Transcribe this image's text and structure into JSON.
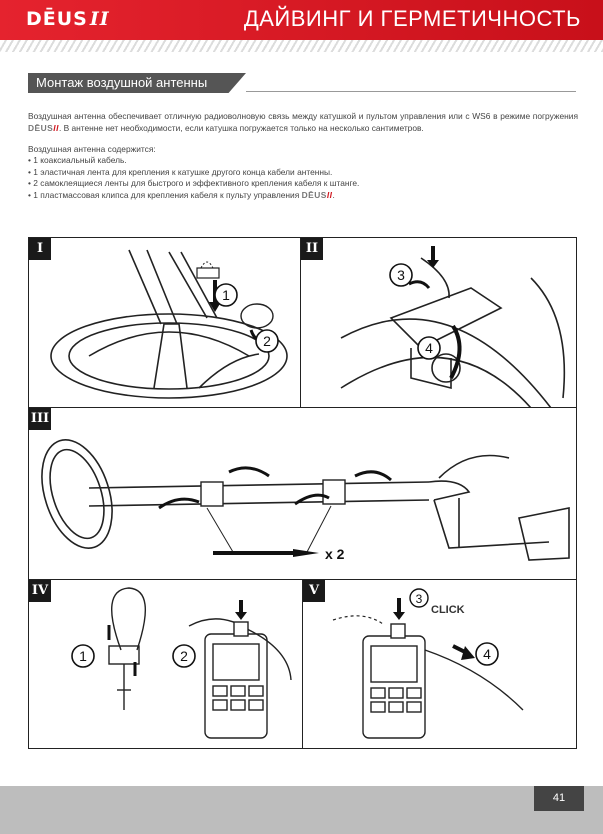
{
  "header": {
    "logo_text": "DĒUS",
    "logo_suffix": "II",
    "title": "ДАЙВИНГ И ГЕРМЕТИЧНОСТЬ"
  },
  "section": {
    "title": "Монтаж воздушной антенны"
  },
  "intro": {
    "text_before": "Воздушная антенна обеспечивает отличную радиоволновую связь между катушкой и пультом управления или с WS6 в режиме погружения",
    "brand": "DĒUS",
    "brand_suffix": "II",
    "text_after": ". В антенне нет необходимости, если катушка погружается только на несколько сантиметров."
  },
  "contents": {
    "heading": "Воздушная антенна содержится:",
    "items": [
      "1 коаксиальный кабель.",
      "1 эластичная лента для крепления к катушке другого конца кабели антенны.",
      "2 самоклеящиеся ленты для быстрого и эффективного крепления кабеля к штанге."
    ],
    "last_item_before": "1 пластмассовая клипса для крепления кабеля к пульту управления",
    "last_item_brand": "DĒUS",
    "last_item_suffix": "II",
    "last_item_after": "."
  },
  "panels": {
    "p1": {
      "label": "I",
      "steps": [
        "1",
        "2"
      ]
    },
    "p2": {
      "label": "II",
      "steps": [
        "3",
        "4"
      ]
    },
    "p3": {
      "label": "III",
      "multiplier": "x 2"
    },
    "p4": {
      "label": "IV",
      "steps": [
        "1",
        "2"
      ]
    },
    "p5": {
      "label": "V",
      "steps": [
        "3",
        "4"
      ],
      "click_text": "CLICK"
    }
  },
  "footer": {
    "page_number": "41"
  },
  "colors": {
    "brand_red": "#d0161f",
    "section_bar": "#555555",
    "footer_gray": "#bdbdbd"
  }
}
